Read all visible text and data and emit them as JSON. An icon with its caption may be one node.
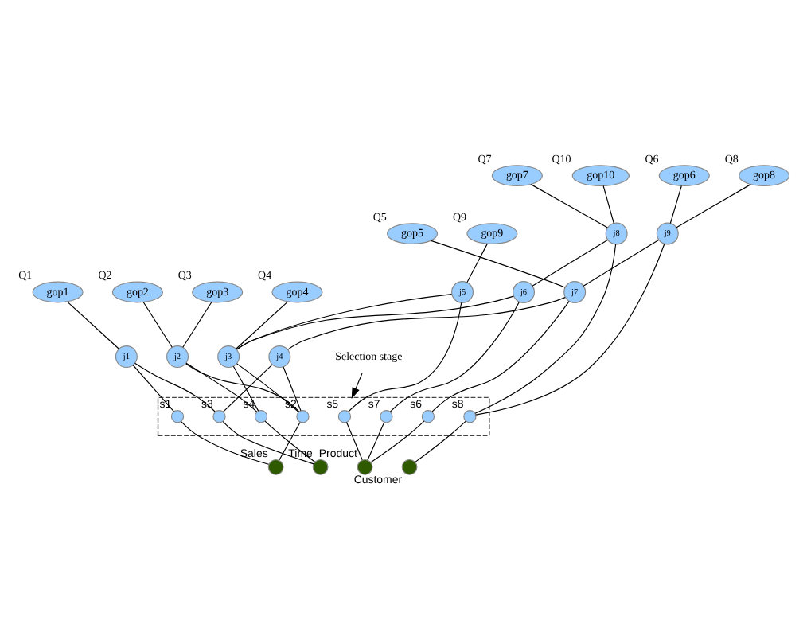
{
  "diagram": {
    "nodes": [
      {
        "text": [
          "gop7"
        ],
        "beside": [
          "Q7"
        ]
      },
      {
        "text": [
          "gop10"
        ],
        "beside": [
          "Q10"
        ]
      },
      {
        "text": [
          "gop6"
        ],
        "beside": [
          "Q6"
        ]
      },
      {
        "text": [
          "gop8"
        ],
        "beside": [
          "Q8"
        ]
      },
      {
        "text": [
          "gop9"
        ],
        "beside": [
          "Q9"
        ]
      },
      {
        "text": [
          "gop5"
        ],
        "beside": [
          "Q5"
        ]
      },
      {
        "text": [
          "gop1"
        ],
        "beside": [
          "Q1"
        ]
      },
      {
        "text": [
          "gop2"
        ],
        "beside": [
          "Q2"
        ]
      },
      {
        "text": [
          "gop3"
        ],
        "beside": [
          "Q3"
        ]
      },
      {
        "text": [
          "gop4"
        ],
        "beside": [
          "Q4"
        ]
      },
      {
        "text": [
          "j8"
        ]
      },
      {
        "text": [
          "j9"
        ]
      },
      {
        "text": [
          "j5"
        ]
      },
      {
        "text": [
          "j6"
        ]
      },
      {
        "text": [
          "j7"
        ]
      },
      {
        "text": [
          "j1"
        ]
      },
      {
        "text": [
          "j2"
        ]
      },
      {
        "text": [
          "j3"
        ]
      },
      {
        "text": [
          "j4"
        ]
      },
      {
        "text": [
          "Selection stage"
        ]
      },
      {
        "text": [],
        "shape": "box"
      },
      {
        "text": [],
        "shape": "circle",
        "beside": [
          "s1"
        ],
        "in": 20
      },
      {
        "text": [],
        "shape": "circle",
        "beside": [
          "s2"
        ],
        "in": 20
      },
      {
        "text": [],
        "shape": "circle",
        "beside": [
          "s3"
        ],
        "in": 20
      },
      {
        "text": [],
        "shape": "circle",
        "beside": [
          "s4"
        ],
        "in": 20
      },
      {
        "text": [],
        "shape": "circle",
        "beside": [
          "s5"
        ],
        "in": 20
      },
      {
        "text": [],
        "shape": "circle",
        "beside": [
          "s6"
        ],
        "in": 20
      },
      {
        "text": [],
        "shape": "circle",
        "beside": [
          "s7"
        ],
        "in": 20
      },
      {
        "text": [],
        "shape": "circle",
        "beside": [
          "s8"
        ],
        "in": 20
      },
      {
        "text": [],
        "shape": "circle",
        "beside": [
          "Sales"
        ]
      },
      {
        "text": [],
        "shape": "circle",
        "beside": [
          "Time"
        ]
      },
      {
        "text": [],
        "shape": "circle",
        "beside": [
          "Product"
        ]
      },
      {
        "text": [],
        "shape": "circle",
        "beside": [
          "Customer"
        ]
      }
    ],
    "edges": [
      {
        "from": 0,
        "to": 10,
        "arrow": "none"
      },
      {
        "from": 1,
        "to": 10,
        "arrow": "none"
      },
      {
        "from": 2,
        "to": 11,
        "arrow": "none"
      },
      {
        "from": 3,
        "to": 11,
        "arrow": "none"
      },
      {
        "from": 4,
        "to": 12,
        "arrow": "none"
      },
      {
        "from": 5,
        "to": 14,
        "arrow": "none"
      },
      {
        "from": 6,
        "to": 15,
        "arrow": "none"
      },
      {
        "from": 7,
        "to": 16,
        "arrow": "none"
      },
      {
        "from": 8,
        "to": 16,
        "arrow": "none"
      },
      {
        "from": 9,
        "to": 17,
        "arrow": "none"
      },
      {
        "from": 10,
        "to": 13,
        "arrow": "none"
      },
      {
        "from": 10,
        "to": 28,
        "arrow": "none"
      },
      {
        "from": 11,
        "to": 14,
        "arrow": "none"
      },
      {
        "from": 11,
        "to": 28,
        "arrow": "none"
      },
      {
        "from": 12,
        "to": 17,
        "arrow": "none"
      },
      {
        "from": 12,
        "to": 25,
        "arrow": "none"
      },
      {
        "from": 13,
        "to": 17,
        "arrow": "none"
      },
      {
        "from": 13,
        "to": 27,
        "arrow": "none"
      },
      {
        "from": 14,
        "to": 18,
        "arrow": "none"
      },
      {
        "from": 14,
        "to": 26,
        "arrow": "none"
      },
      {
        "from": 15,
        "to": 21,
        "arrow": "none"
      },
      {
        "from": 15,
        "to": 23,
        "arrow": "none"
      },
      {
        "from": 16,
        "to": 22,
        "arrow": "none"
      },
      {
        "from": 16,
        "to": 24,
        "arrow": "none"
      },
      {
        "from": 17,
        "to": 22,
        "arrow": "none"
      },
      {
        "from": 17,
        "to": 24,
        "arrow": "none"
      },
      {
        "from": 18,
        "to": 22,
        "arrow": "none"
      },
      {
        "from": 18,
        "to": 23,
        "arrow": "none"
      },
      {
        "from": 19,
        "to": 20,
        "arrow": "to"
      },
      {
        "from": 21,
        "to": 29,
        "arrow": "none"
      },
      {
        "from": 22,
        "to": 29,
        "arrow": "none"
      },
      {
        "from": 23,
        "to": 30,
        "arrow": "none"
      },
      {
        "from": 24,
        "to": 30,
        "arrow": "none"
      },
      {
        "from": 25,
        "to": 31,
        "arrow": "none"
      },
      {
        "from": 26,
        "to": 31,
        "arrow": "none"
      },
      {
        "from": 27,
        "to": 31,
        "arrow": "none"
      },
      {
        "from": 28,
        "to": 32,
        "arrow": "none"
      }
    ]
  }
}
